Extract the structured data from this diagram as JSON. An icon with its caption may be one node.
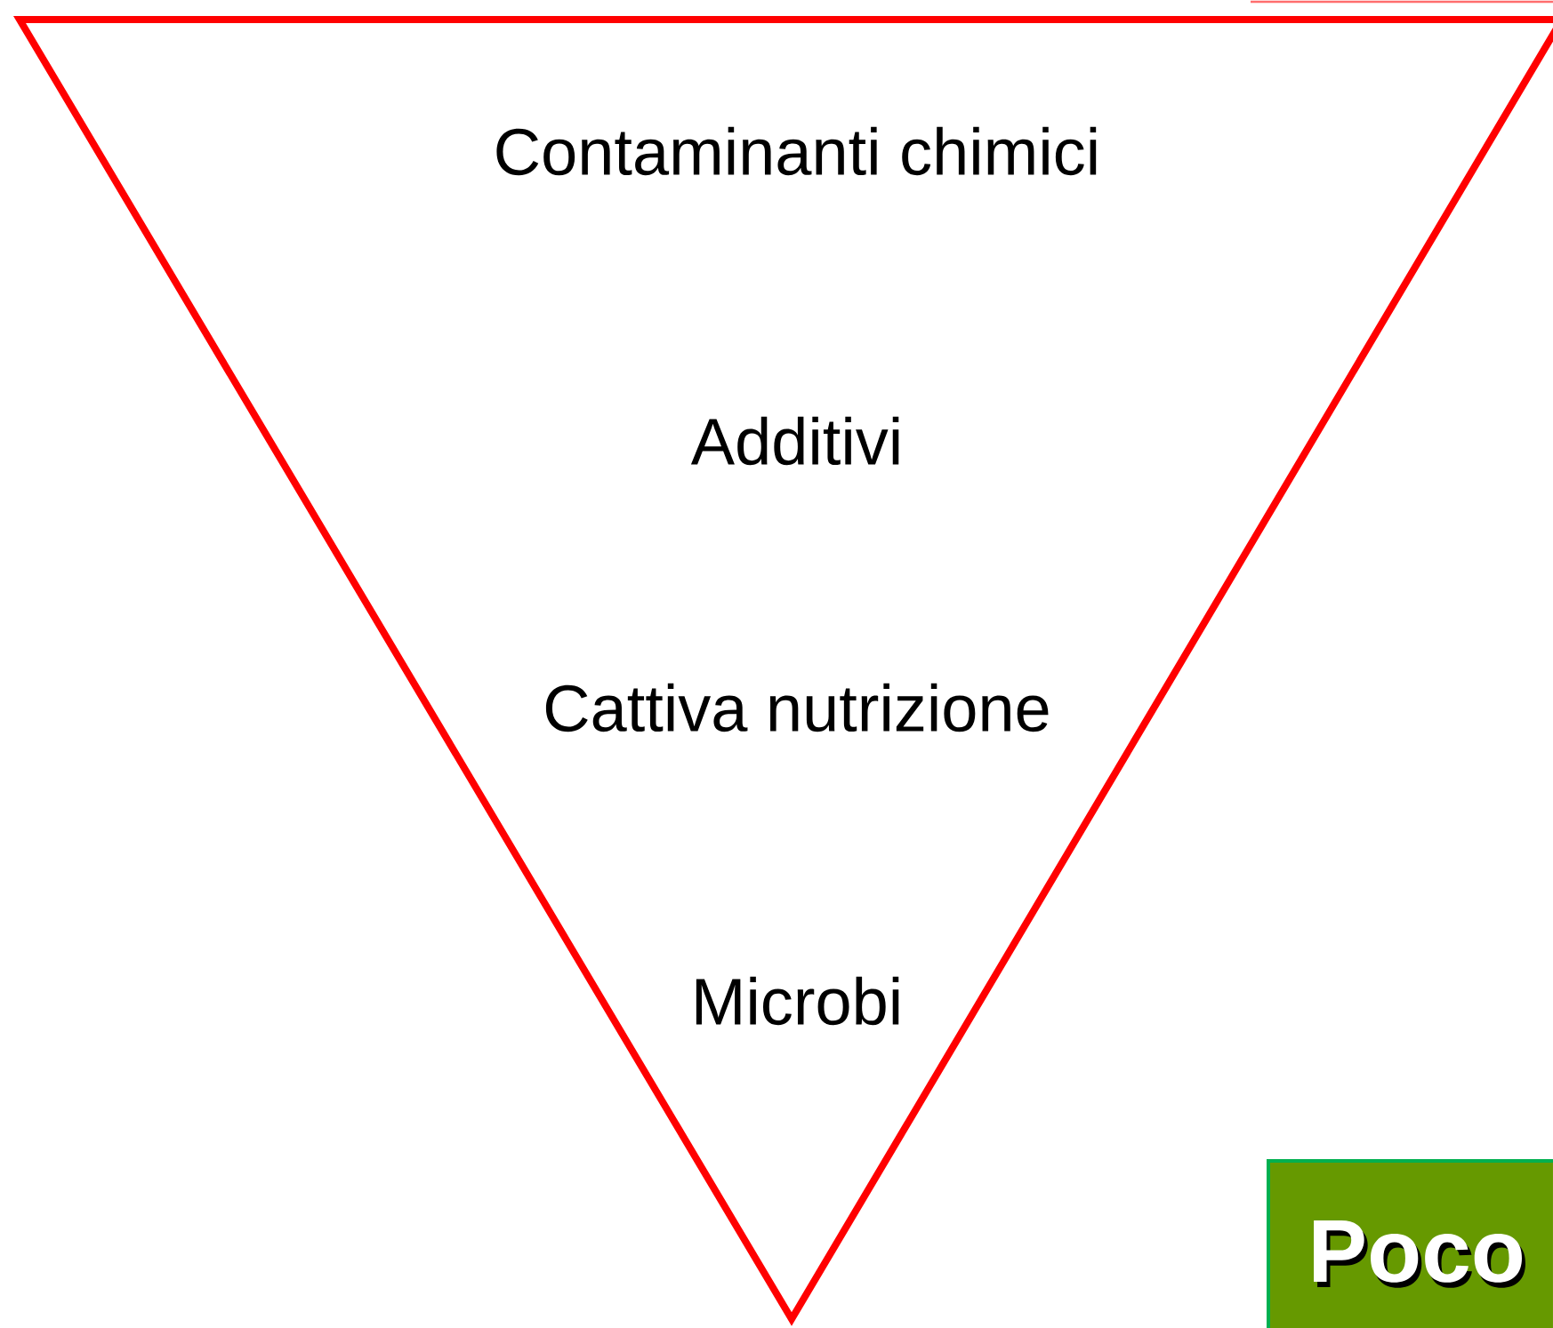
{
  "diagram": {
    "nodes": [
      {
        "text": [
          "Contaminanti chimici",
          "Additivi",
          "Cattiva nutrizione",
          "Microbi"
        ]
      },
      {
        "text": [
          "Poco"
        ]
      }
    ]
  }
}
